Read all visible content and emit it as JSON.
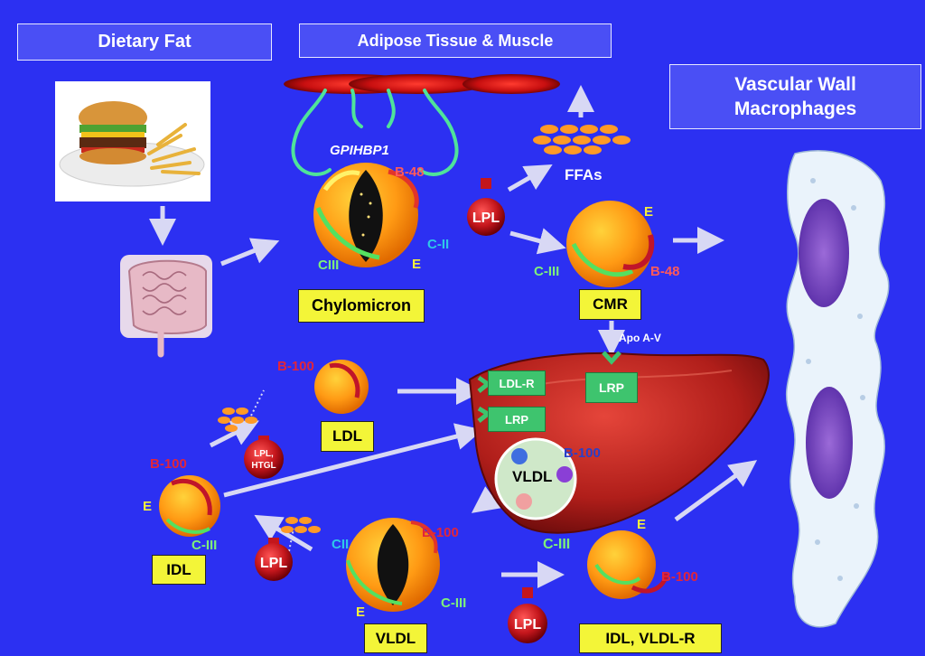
{
  "headers": {
    "dietary_fat": "Dietary Fat",
    "adipose": "Adipose Tissue & Muscle",
    "vascular_line1": "Vascular Wall",
    "vascular_line2": "Macrophages"
  },
  "particles": {
    "chylomicron": "Chylomicron",
    "cmr": "CMR",
    "ldl": "LDL",
    "idl": "IDL",
    "vldl_bottom": "VLDL",
    "idl_vldl_r": "IDL, VLDL-R",
    "vldl_liver": "VLDL"
  },
  "receptors": {
    "ldl_r": "LDL-R",
    "lrp_left": "LRP",
    "lrp_right": "LRP"
  },
  "enzymes": {
    "lpl_top": "LPL",
    "lpl_htgl_line1": "LPL,",
    "lpl_htgl_line2": "HTGL",
    "lpl_mid": "LPL",
    "lpl_bottom": "LPL"
  },
  "labels": {
    "gpihbp1": "GPIHBP1",
    "ffas": "FFAs",
    "apo_av": "Apo A-V",
    "chylo_b48": "B-48",
    "chylo_cii": "C-II",
    "chylo_ciii": "CIII",
    "chylo_e": "E",
    "cmr_e": "E",
    "cmr_ciii": "C-III",
    "cmr_b48": "B-48",
    "ldl_b100": "B-100",
    "idl_b100": "B-100",
    "idl_e": "E",
    "idl_ciii": "C-III",
    "vldl_cii": "CII",
    "vldl_b100": "B-100",
    "vldl_ciii": "C-III",
    "vldl_e": "E",
    "idl2_e": "E",
    "idl2_ciii": "C-III",
    "idl2_b100": "B-100",
    "liver_vldl_b100": "B-100"
  },
  "colors": {
    "background": "#2c30f2",
    "header_fill": "#4a4ff5",
    "label_box": "#f3f538",
    "receptor": "#3ec46e",
    "arrow": "#d8d8f4",
    "lpl_red": "#c4161c"
  }
}
